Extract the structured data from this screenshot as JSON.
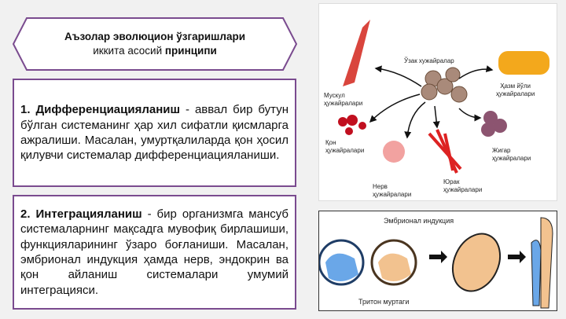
{
  "header": {
    "title": "Аъзолар эволюцион ўзгаришлари",
    "subtitle_plain": "иккита асосий ",
    "subtitle_bold": "принципи"
  },
  "principle1": {
    "term": "1. Дифференциацияланиш",
    "text": " - аввал бир бутун бўлган системанинг ҳар хил сифатли қисмларга ажралиши. Масалан, умуртқалиларда қон ҳосил қилувчи системалар дифференциацияланиши."
  },
  "principle2": {
    "term": "2. Интеграцияланиш",
    "text": " - бир организмга мансуб системаларнинг мақсадга мувофиқ бирлашиши, функцияларининг ўзаро боғланиши. Масалан, эмбрионал индукция ҳамда нерв, эндокрин ва қон айланиш системалари умумий интеграцияси."
  },
  "cells_diagram": {
    "stem": "Ўзак хужайралар",
    "muscle": [
      "Мускул",
      "ҳужайралари"
    ],
    "digest": [
      "Ҳазм йўли",
      "ҳужайралари"
    ],
    "blood": [
      "Қон",
      "ҳужайралари"
    ],
    "nerve": [
      "Нерв",
      "ҳужайралари"
    ],
    "heart": [
      "Юрак",
      "ҳужайралари"
    ],
    "liver": [
      "Жигар",
      "ҳужайралари"
    ]
  },
  "embryo_diagram": {
    "title": "Эмбрионал индукция",
    "caption": "Тритон муртаги"
  }
}
